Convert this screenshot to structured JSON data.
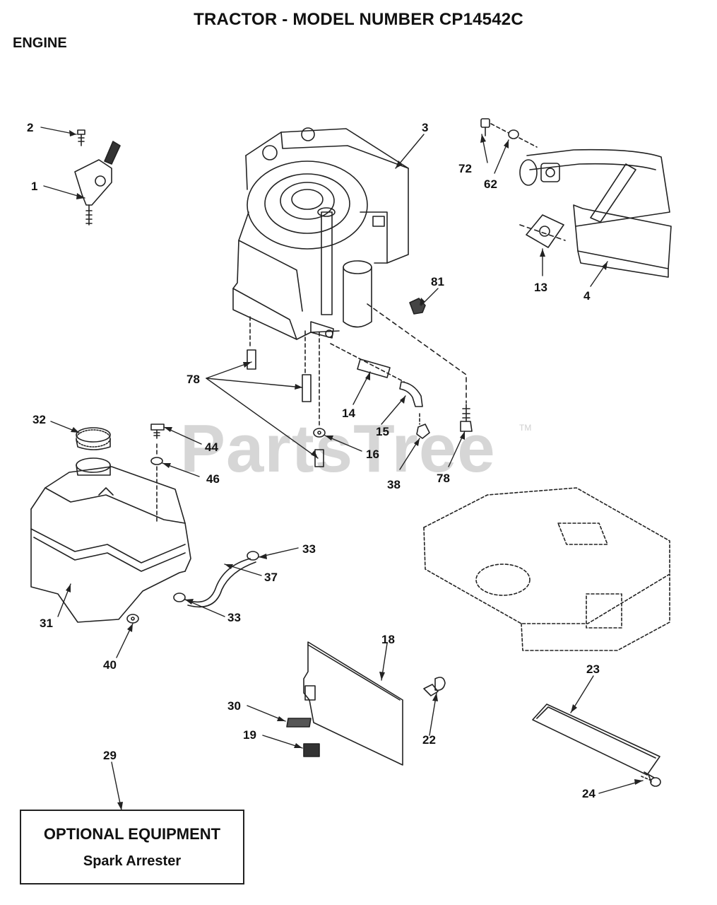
{
  "header": {
    "title": "TRACTOR - MODEL NUMBER CP14542C",
    "section": "ENGINE"
  },
  "watermark": {
    "text": "PartsTree",
    "tm": "TM"
  },
  "optional": {
    "heading": "OPTIONAL EQUIPMENT",
    "item": "Spark Arrester"
  },
  "callouts": {
    "c1": "1",
    "c2": "2",
    "c3": "3",
    "c4": "4",
    "c13": "13",
    "c62": "62",
    "c72": "72",
    "c81": "81",
    "c78a": "78",
    "c14": "14",
    "c15": "15",
    "c16": "16",
    "c38": "38",
    "c78b": "78",
    "c32": "32",
    "c44": "44",
    "c46": "46",
    "c31": "31",
    "c33a": "33",
    "c37": "37",
    "c33b": "33",
    "c40": "40",
    "c18": "18",
    "c22": "22",
    "c30": "30",
    "c19": "19",
    "c29": "29",
    "c23": "23",
    "c24": "24"
  }
}
